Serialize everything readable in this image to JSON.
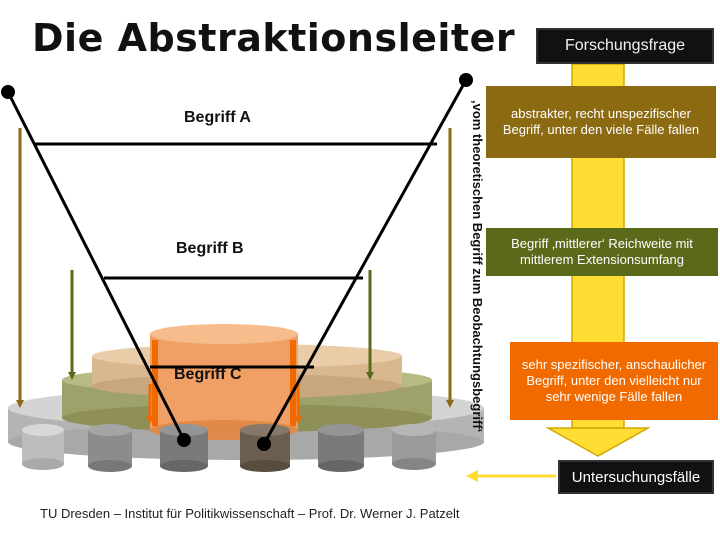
{
  "title": "Die Abstraktionsleiter",
  "boxes": {
    "forschungsfrage": "Forschungsfrage",
    "abstrakt": "abstrakter, recht unspezifischer Begriff, unter den viele Fälle fallen",
    "mittlerer": "Begriff ‚mittlerer‘ Reichweite mit mittlerem Extensionsumfang",
    "spezifisch": "sehr spezifischer, anschaulicher Begriff, unter den vielleicht nur sehr wenige Fälle fallen",
    "untersuchungsfaelle": "Untersuchungsfälle"
  },
  "labels": {
    "begriff_a": "Begriff A",
    "begriff_b": "Begriff B",
    "begriff_c": "Begriff C"
  },
  "vertical_text": "‚vom theoretischen Begriff zum Beobachtungsbegriff‘",
  "footer": "TU Dresden – Institut für Politikwissenschaft – Prof. Dr. Werner J. Patzelt",
  "colors": {
    "brown": "#8b6a12",
    "olive": "#5b6a1a",
    "orange": "#f06a00",
    "yellow": "#ffdd33"
  }
}
